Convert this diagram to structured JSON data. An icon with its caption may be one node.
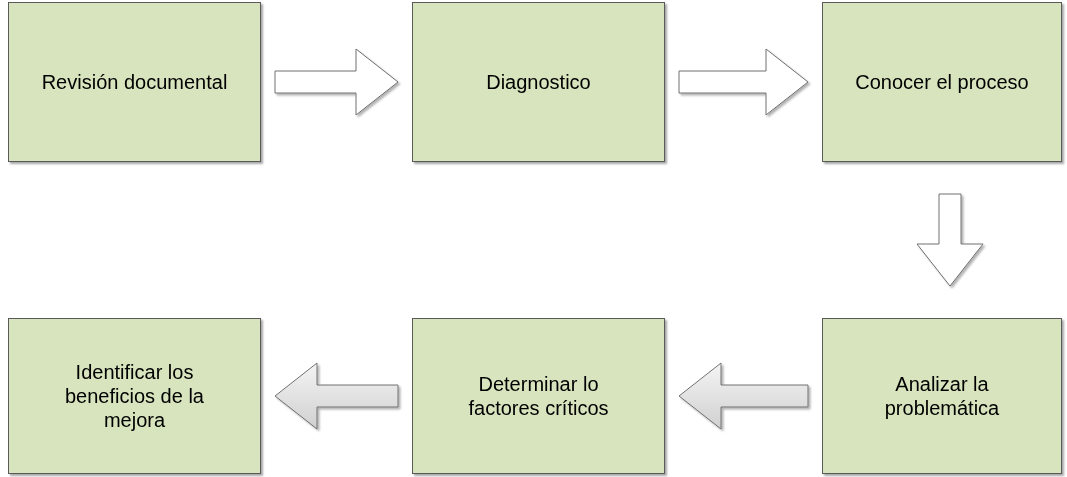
{
  "diagram": {
    "nodes": [
      {
        "text": [
          "Revisión documental"
        ]
      },
      {
        "text": [
          "Diagnostico"
        ]
      },
      {
        "text": [
          "Conocer el proceso"
        ]
      },
      {
        "text": [
          "Analizar la problemática"
        ]
      },
      {
        "text": [
          "Determinar lo factores críticos"
        ]
      },
      {
        "text": [
          "Identificar los beneficios de la mejora"
        ]
      }
    ],
    "edges": [
      {
        "from": 0,
        "to": 1,
        "arrow": "to"
      },
      {
        "from": 1,
        "to": 2,
        "arrow": "to"
      },
      {
        "from": 2,
        "to": 3,
        "arrow": "to"
      },
      {
        "from": 3,
        "to": 4,
        "arrow": "to"
      },
      {
        "from": 4,
        "to": 5,
        "arrow": "to"
      }
    ]
  }
}
